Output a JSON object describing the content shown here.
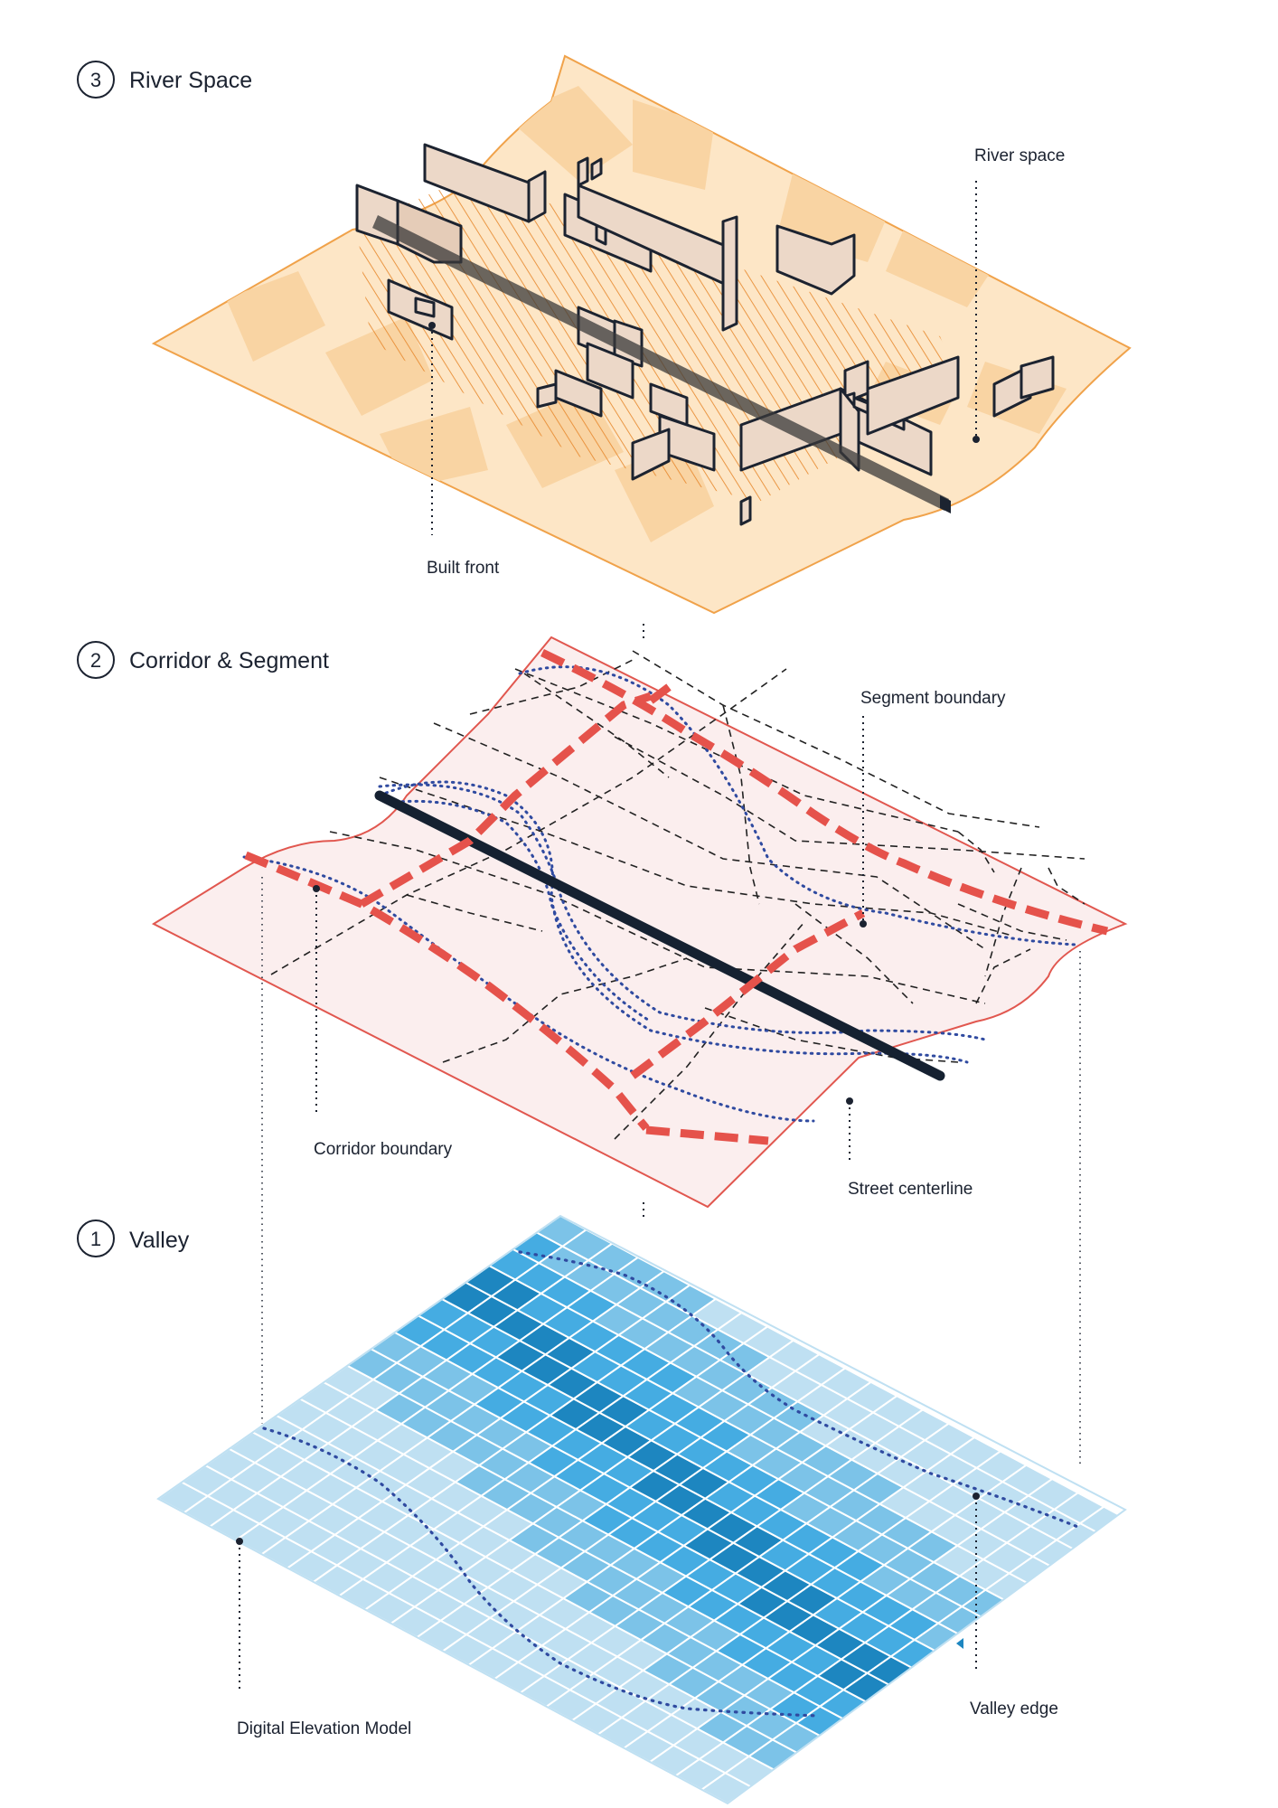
{
  "layers": [
    {
      "number": "3",
      "title": "River Space"
    },
    {
      "number": "2",
      "title": "Corridor & Segment"
    },
    {
      "number": "1",
      "title": "Valley"
    }
  ],
  "callouts": {
    "river_space": "River space",
    "built_front": "Built front",
    "segment_boundary": "Segment boundary",
    "corridor_boundary": "Corridor boundary",
    "street_centerline": "Street centerline",
    "digital_elevation_model": "Digital Elevation Model",
    "valley_edge": "Valley edge"
  },
  "colors": {
    "river_fill": "#fde6c6",
    "river_patch": "#f9d4a3",
    "river_outline": "#f0a24a",
    "river_hatch": "#e7892e",
    "building_fill": "#ecd8c8",
    "building_edge": "#1c2330",
    "corridor_fill": "#fbeeee",
    "corridor_outline": "#e1574f",
    "corridor_boundary": "#e5524b",
    "segment_line": "#222222",
    "valley_dots": "#2f4aa0",
    "centerline": "#152131",
    "dem_light": "#bfe0f2",
    "dem_mid": "#7cc3e8",
    "dem_strong": "#45ace2",
    "dem_dark": "#1d86c0",
    "dem_grid": "#ffffff"
  },
  "icons": [
    "circled-number-icon"
  ]
}
